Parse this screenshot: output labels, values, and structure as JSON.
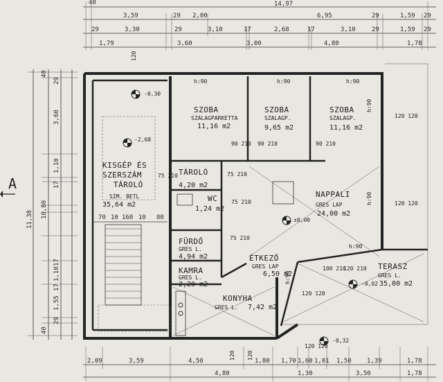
{
  "top_dims": {
    "row0": [
      "40",
      "14,97"
    ],
    "row1": [
      "3,59",
      "29",
      "2,00",
      "6,95",
      "29",
      "1,59",
      "29"
    ],
    "row2": [
      "29",
      "3,30",
      "29",
      "3,10",
      "17",
      "2,68",
      "17",
      "3,10",
      "29",
      "1,59",
      "29"
    ],
    "row3": [
      "1,79",
      "3,60",
      "3,00",
      "4,80",
      "1,78"
    ]
  },
  "left_dims": [
    "40",
    "29",
    "3,60",
    "1,10",
    "17",
    "10,80",
    "11,38",
    "17",
    "1,10",
    "17",
    "1,55",
    "29",
    "40"
  ],
  "left_marker": "A",
  "bottom_dims": {
    "row1": [
      "2,09",
      "3,59",
      "4,50",
      "1,80",
      "1,70",
      "1,60",
      "1,01",
      "1,50",
      "1,39",
      "1,78"
    ],
    "row2": [
      "4,80",
      "1,30",
      "3,50",
      "1,78"
    ]
  },
  "rooms": [
    {
      "name": "SZOBA",
      "sub": "SZALAGPARKETTA",
      "area": "11,16 m2"
    },
    {
      "name": "SZOBA",
      "sub": "SZALAGP.",
      "area": "9,65 m2"
    },
    {
      "name": "SZOBA",
      "sub": "SZALAGP.",
      "area": "11,16 m2"
    },
    {
      "name": "KISGÉP ÉS",
      "name2": "SZERSZÁM",
      "name3": "TÁROLÓ",
      "sub": "SIM. BETL",
      "area": "35,64 m2"
    },
    {
      "name": "TÁROLÓ",
      "area": "4,20 m2"
    },
    {
      "name": "WC",
      "area": "1,24 m2"
    },
    {
      "name": "FÜRDŐ",
      "sub": "GRES L.",
      "area": "4,94 m2"
    },
    {
      "name": "KAMRA",
      "sub": "GRES L.",
      "area": "2,20 m2"
    },
    {
      "name": "KONYHA",
      "sub": "GRES L.",
      "area": "7,42 m2"
    },
    {
      "name": "ÉTKEZŐ",
      "sub": "GRES LAP",
      "area": "6,50 m2"
    },
    {
      "name": "NAPPALI",
      "sub": "GRES LAP",
      "area": "24,00 m2"
    },
    {
      "name": "TERASZ",
      "sub": "GRES L.",
      "area": "35,00 m2"
    }
  ],
  "levels": [
    "-0,30",
    "-2,68",
    "±0,00",
    "-0,02",
    "-0,32"
  ],
  "doors": [
    "h:90",
    "h:90",
    "h:90",
    "h:90",
    "h:90",
    "h:90",
    "h:90",
    "90 210",
    "90 210",
    "90 210",
    "75 210",
    "75 210",
    "75 210",
    "75 210",
    "120 120",
    "120 120",
    "120 120",
    "100 210",
    "120 210",
    "120 120"
  ],
  "stair_dims": [
    "70",
    "10",
    "160",
    "10",
    "80"
  ],
  "wall_labels": [
    "120",
    "120",
    "120"
  ]
}
